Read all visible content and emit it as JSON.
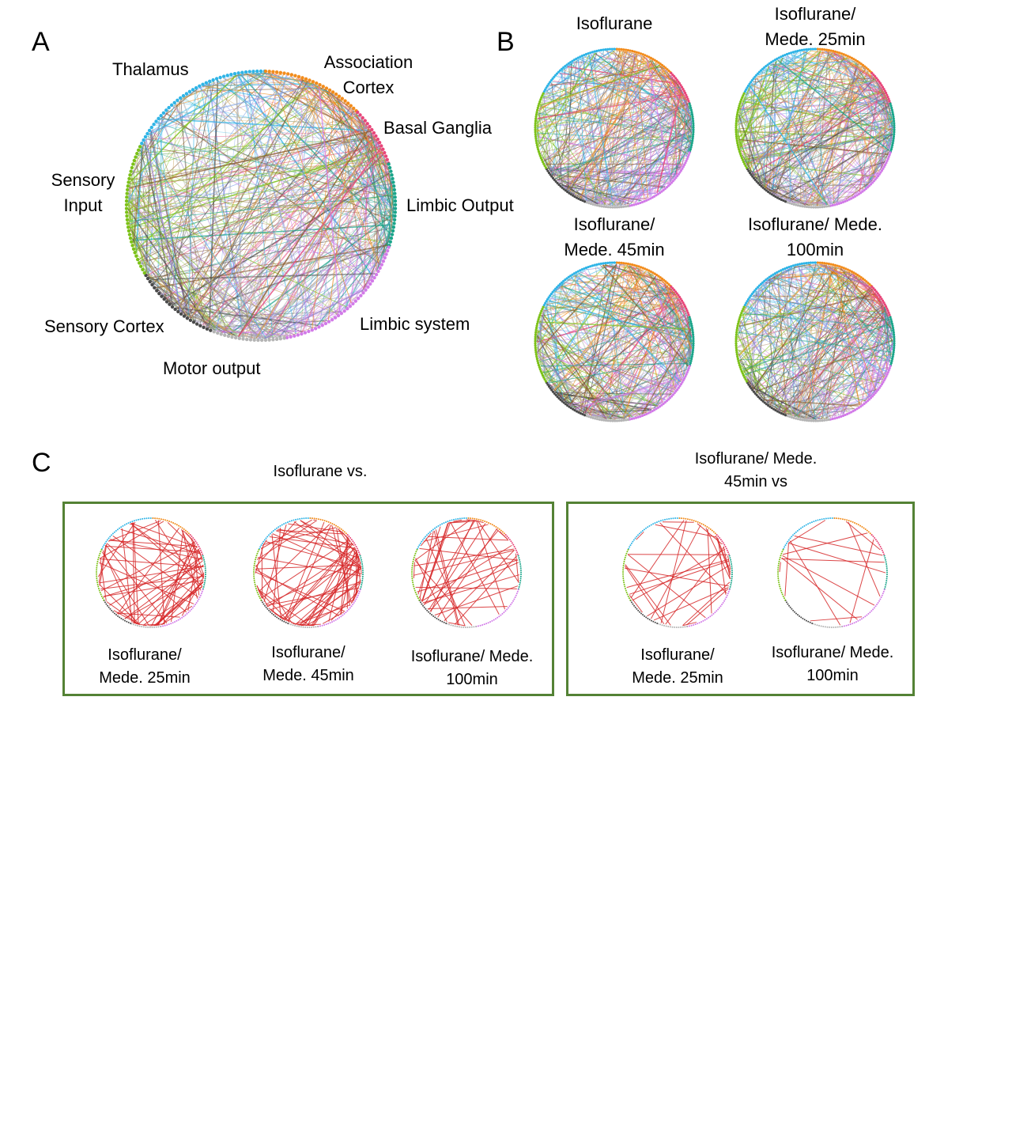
{
  "colors": {
    "thalamus": "#2fb4e6",
    "association_cortex": "#f28c1c",
    "basal_ganglia": "#e8477a",
    "limbic_output": "#1aa58a",
    "limbic_system": "#d27be8",
    "motor_output": "#b4b4b4",
    "sensory_cortex": "#4a4a4a",
    "sensory_input": "#7cc118",
    "diff_edge": "#d62728",
    "box_border": "#548235"
  },
  "panels": {
    "A": {
      "letter": "A",
      "regions": {
        "thalamus": "Thalamus",
        "association_cortex": "Association Cortex",
        "basal_ganglia": "Basal Ganglia",
        "sensory_input": "Sensory Input",
        "limbic_output": "Limbic Output",
        "sensory_cortex": "Sensory Cortex",
        "limbic_system": "Limbic system",
        "motor_output": "Motor output"
      }
    },
    "B": {
      "letter": "B",
      "conditions": [
        "Isoflurane",
        "Isoflurane/ Mede. 25min",
        "Isoflurane/ Mede. 45min",
        "Isoflurane/ Mede. 100min"
      ]
    },
    "C": {
      "letter": "C",
      "group1_title": "Isoflurane vs.",
      "group1_items": [
        "Isoflurane/ Mede. 25min",
        "Isoflurane/ Mede. 45min",
        "Isoflurane/ Mede. 100min"
      ],
      "group2_title": "Isoflurane/ Mede. 45min vs",
      "group2_items": [
        "Isoflurane/ Mede. 25min",
        "Isoflurane/ Mede. 100min"
      ]
    }
  }
}
